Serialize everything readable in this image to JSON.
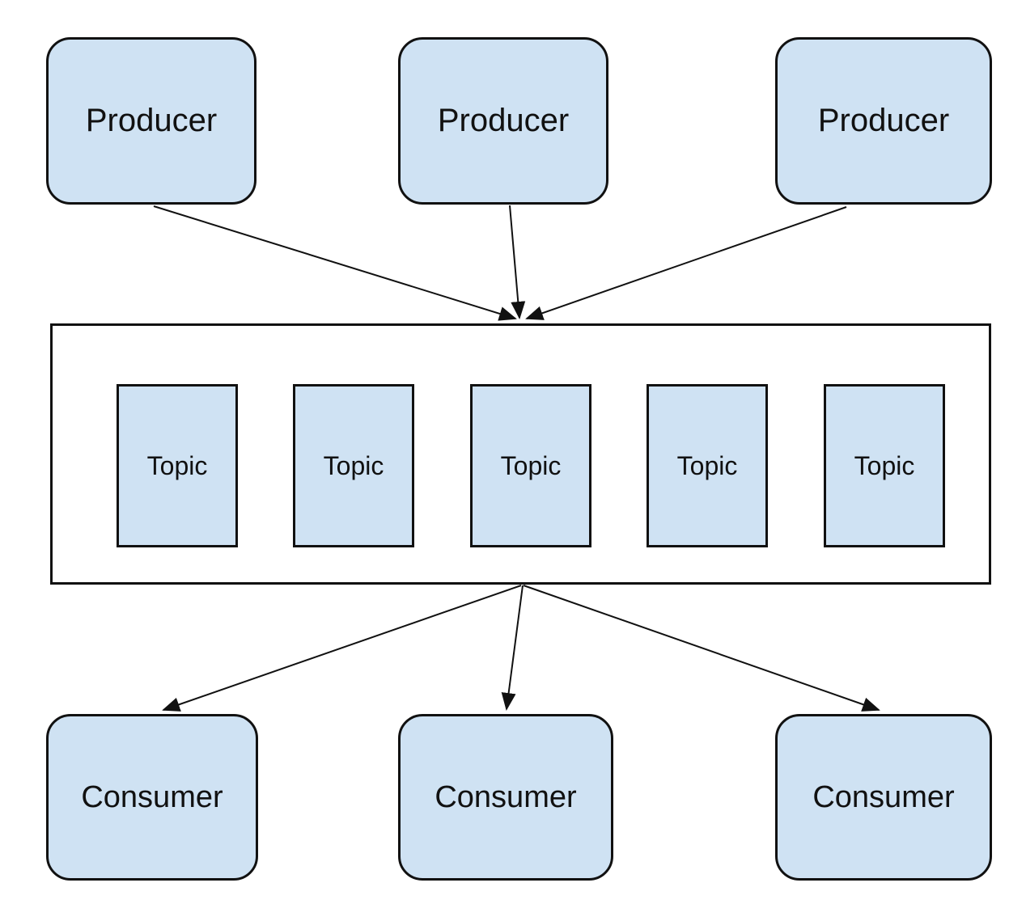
{
  "diagram": {
    "type": "pub-sub-flow",
    "producers": [
      {
        "id": "producer-1",
        "label": "Producer"
      },
      {
        "id": "producer-2",
        "label": "Producer"
      },
      {
        "id": "producer-3",
        "label": "Producer"
      }
    ],
    "topics_container": {
      "id": "topics",
      "topics": [
        {
          "id": "topic-1",
          "label": "Topic"
        },
        {
          "id": "topic-2",
          "label": "Topic"
        },
        {
          "id": "topic-3",
          "label": "Topic"
        },
        {
          "id": "topic-4",
          "label": "Topic"
        },
        {
          "id": "topic-5",
          "label": "Topic"
        }
      ]
    },
    "consumers": [
      {
        "id": "consumer-1",
        "label": "Consumer"
      },
      {
        "id": "consumer-2",
        "label": "Consumer"
      },
      {
        "id": "consumer-3",
        "label": "Consumer"
      }
    ],
    "edges": [
      {
        "from": "producer-1",
        "to": "topics",
        "arrow": "end"
      },
      {
        "from": "producer-2",
        "to": "topics",
        "arrow": "end"
      },
      {
        "from": "producer-3",
        "to": "topics",
        "arrow": "end"
      },
      {
        "from": "topics",
        "to": "consumer-1",
        "arrow": "end"
      },
      {
        "from": "topics",
        "to": "consumer-2",
        "arrow": "end"
      },
      {
        "from": "topics",
        "to": "consumer-3",
        "arrow": "end"
      }
    ],
    "colors": {
      "node_fill": "#cfe2f3",
      "node_border": "#111111",
      "arrow": "#111111",
      "background": "#ffffff",
      "text": "#111111"
    }
  }
}
